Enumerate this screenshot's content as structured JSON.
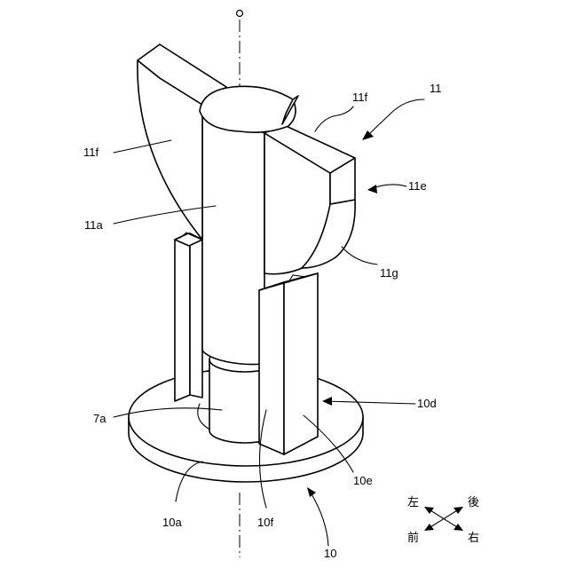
{
  "labels": {
    "assembly_11": "11",
    "flange_11f_top": "11f",
    "flange_11f_left": "11f",
    "part_11e": "11e",
    "part_11a": "11a",
    "part_11g": "11g",
    "part_10d": "10d",
    "part_7a": "7a",
    "part_10e": "10e",
    "part_10a": "10a",
    "part_10f": "10f",
    "assembly_10": "10",
    "axis_point": "O"
  },
  "directions": {
    "left": "左",
    "back": "後",
    "front": "前",
    "right": "右"
  }
}
